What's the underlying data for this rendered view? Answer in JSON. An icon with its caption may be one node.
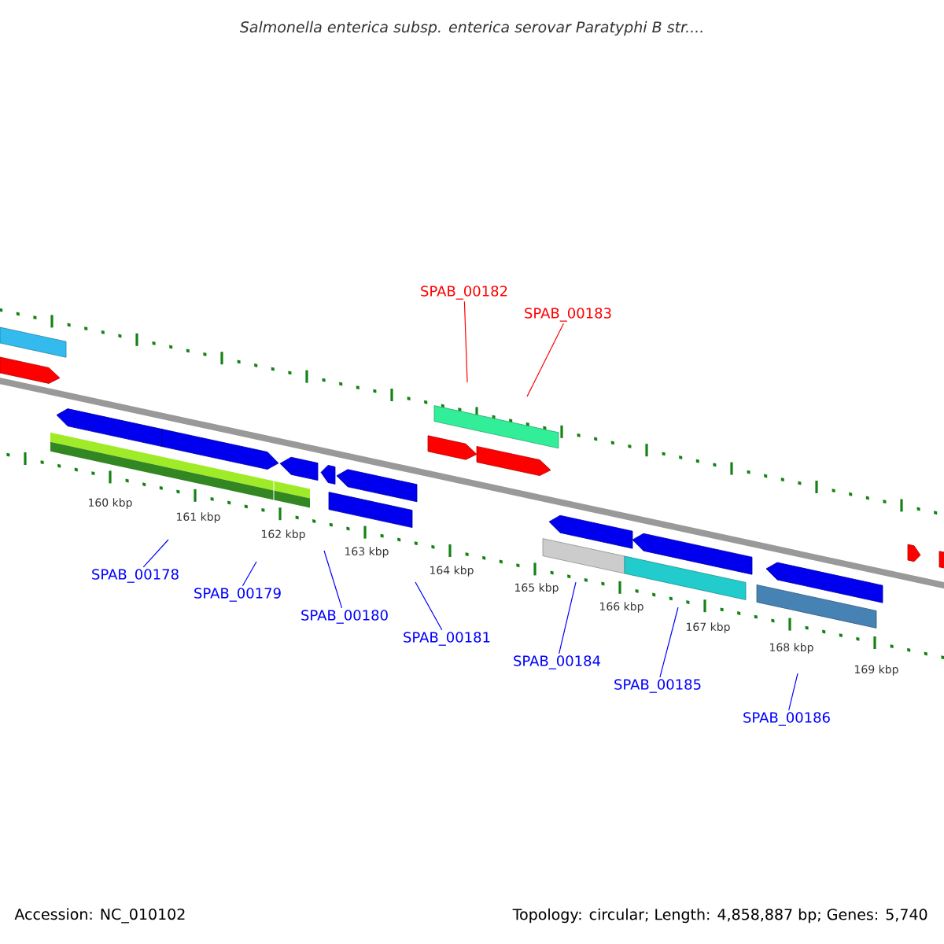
{
  "diagram": {
    "title": "Salmonella enterica subsp. enterica serovar Paratyphi B str....",
    "nodes": [
      {
        "text": [
          "SPAB_00182"
        ]
      },
      {
        "text": [
          "SPAB_00183"
        ]
      },
      {
        "text": [
          "SPAB_00178"
        ]
      },
      {
        "text": [
          "SPAB_00179"
        ]
      },
      {
        "text": [
          "SPAB_00180"
        ]
      },
      {
        "text": [
          "SPAB_00181"
        ]
      },
      {
        "text": [
          "SPAB_00184"
        ]
      },
      {
        "text": [
          "SPAB_00185"
        ]
      },
      {
        "text": [
          "SPAB_00186"
        ]
      }
    ],
    "edges": [
      {
        "from": 0,
        "to": null,
        "arrow": "none",
        "color": "#ff0000"
      },
      {
        "from": 1,
        "to": null,
        "arrow": "none",
        "color": "#ff0000"
      },
      {
        "from": 2,
        "to": null,
        "arrow": "none"
      },
      {
        "from": 3,
        "to": null,
        "arrow": "none"
      },
      {
        "from": 4,
        "to": null,
        "arrow": "none"
      },
      {
        "from": 5,
        "to": null,
        "arrow": "none"
      },
      {
        "from": 6,
        "to": null,
        "arrow": "none"
      },
      {
        "from": 7,
        "to": null,
        "arrow": "none"
      },
      {
        "from": 8,
        "to": null,
        "arrow": "none"
      }
    ],
    "labels": [
      "160 kbp",
      "161 kbp",
      "162 kbp",
      "163 kbp",
      "164 kbp",
      "165 kbp",
      "166 kbp",
      "167 kbp",
      "168 kbp",
      "169 kbp",
      "Accession: NC_010102",
      "Topology: circular; Length: 4,858,887 bp; Genes: 5,740"
    ]
  }
}
